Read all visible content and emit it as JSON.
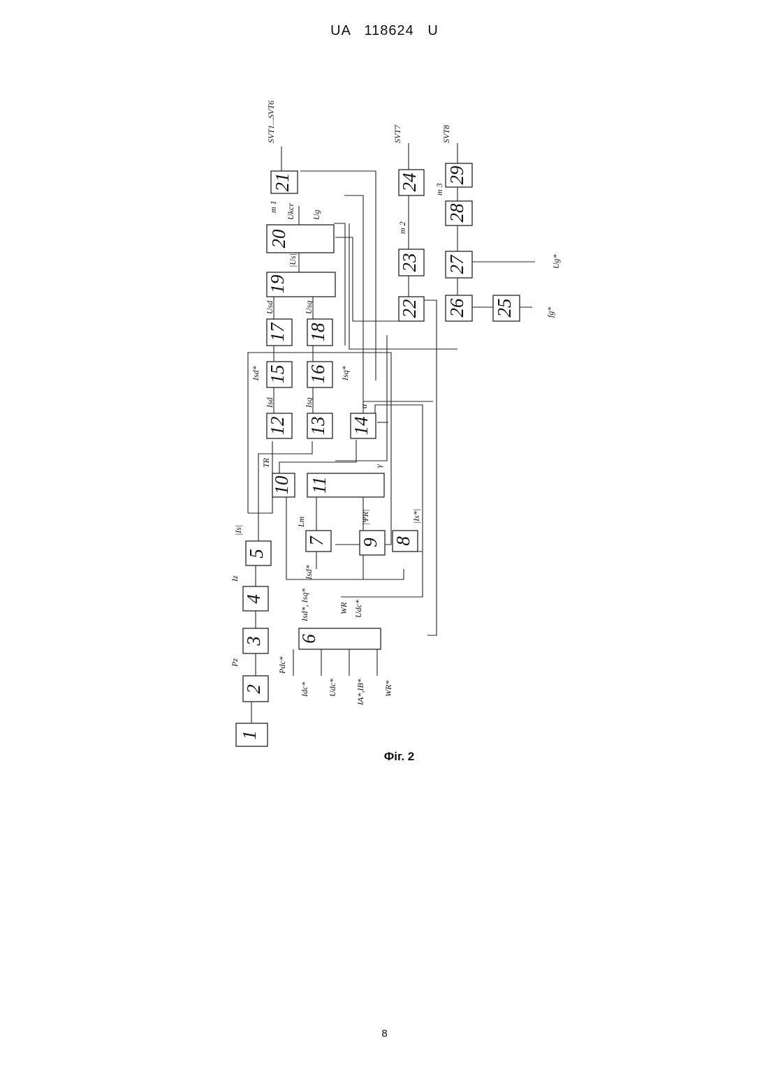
{
  "header": {
    "patent_number": "UA   118624   U"
  },
  "footer": {
    "page_number": "8"
  },
  "figure": {
    "caption": "Фіг. 2",
    "blocks": [
      "1",
      "2",
      "3",
      "4",
      "5",
      "6",
      "7",
      "8",
      "9",
      "10",
      "11",
      "12",
      "13",
      "14",
      "15",
      "16",
      "17",
      "18",
      "19",
      "20",
      "21",
      "22",
      "23",
      "24",
      "25",
      "26",
      "27",
      "28",
      "29"
    ],
    "signal_labels": {
      "pz": "Pz",
      "pdc": "Pdc*",
      "iz": "Iz",
      "is_abs": "|Is|",
      "is_ref_abs": "|Is*|",
      "lm": "Lm",
      "psi_r": "|ΨR|",
      "tr": "TR",
      "gamma": "γ",
      "alpha": "α",
      "isd": "Isd",
      "isq": "Isq",
      "isd_ref": "Isd*",
      "isq_ref": "Isq*",
      "usd": "Usd",
      "usq": "Usq",
      "us_abs": "|Us|",
      "ukcr": "Ukcr",
      "ug": "Ug",
      "m1": "m 1",
      "m2": "m 2",
      "m3": "m 3",
      "svt1_6": "SVT1...SVT6",
      "svt7": "SVT7",
      "svt8": "SVT8",
      "ug_ref": "Ug*",
      "fg_ref": "fg*",
      "in_idc": "Idc*",
      "in_udc": "Udc*",
      "in_iaib": "IA*,IB*",
      "in_wr": "WR*",
      "out6_isd_isq": "Isd*, Isq*",
      "out6_wr": "WR",
      "out6_udc": "Udc*",
      "out6_isd": "Isd*"
    }
  }
}
